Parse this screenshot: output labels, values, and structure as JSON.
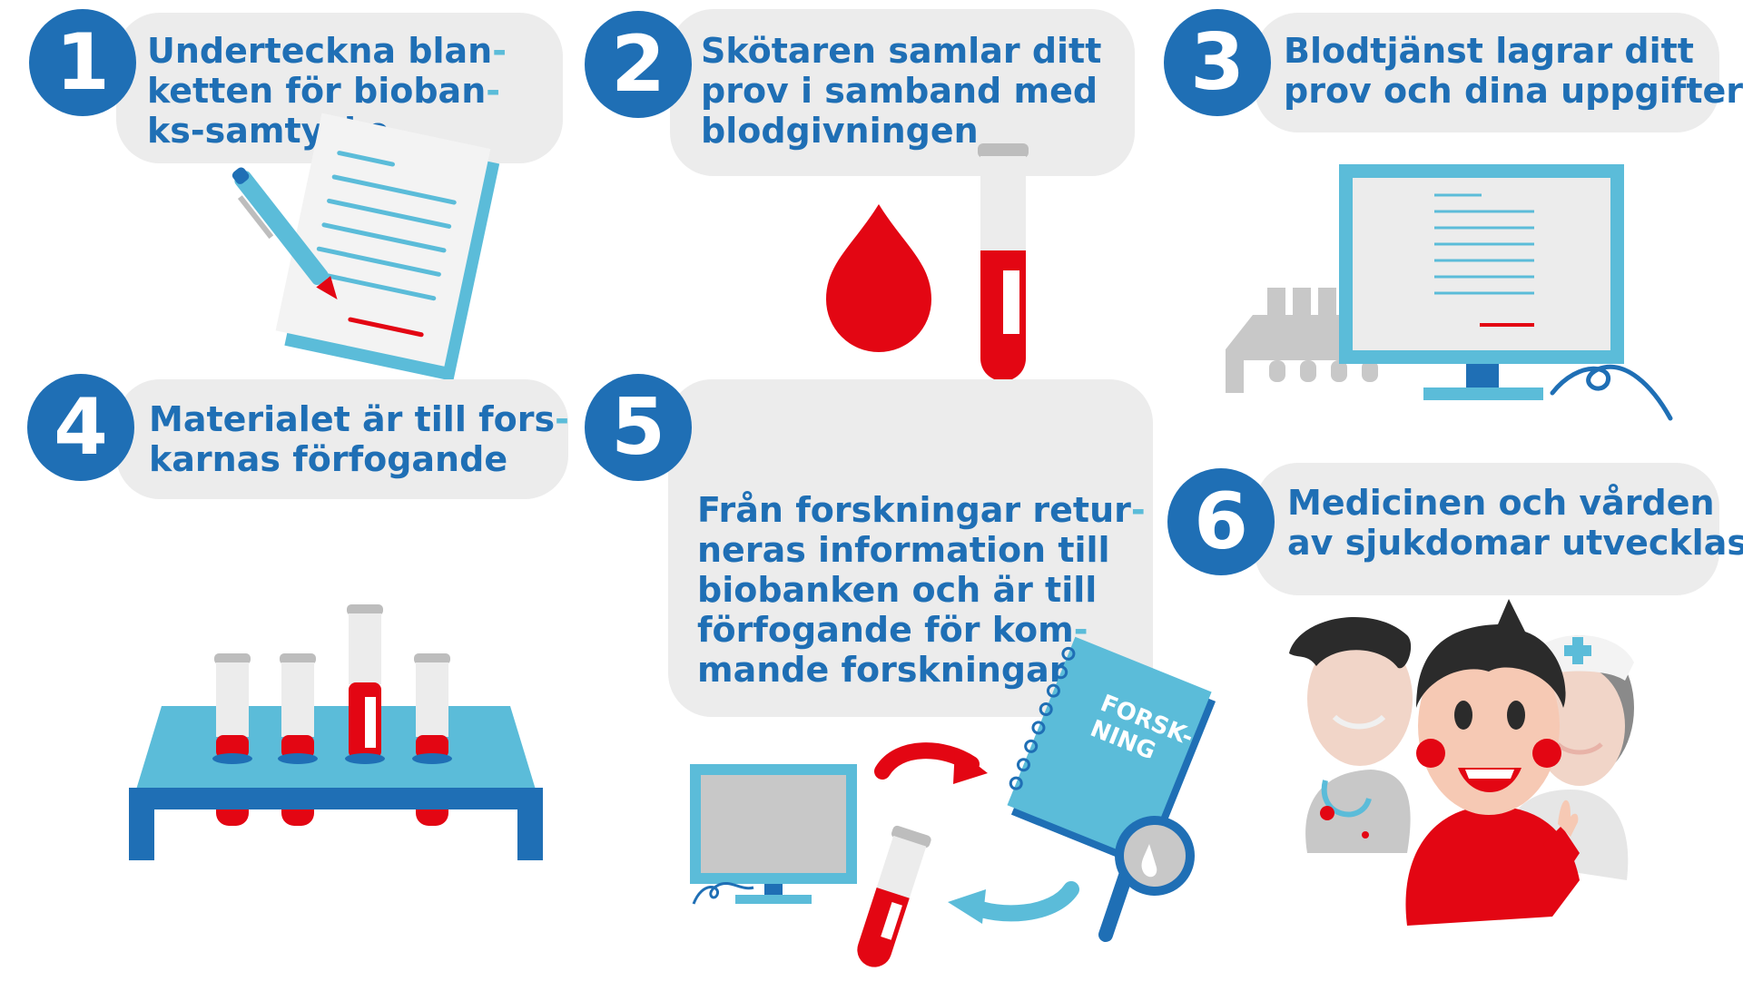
{
  "colors": {
    "blue": "#1f6fb5",
    "light_blue": "#5bbcd9",
    "red": "#e30613",
    "gray": "#c8c8c8",
    "bubble": "#ececec"
  },
  "steps": [
    {
      "number": "1",
      "lines": [
        {
          "text": "Underteckna blan",
          "hyphen": "-"
        },
        {
          "text": "ketten för bioban",
          "hyphen": "-"
        },
        {
          "text": "ks-samtycke",
          "hyphen": ""
        }
      ],
      "icon": "signing-document-icon"
    },
    {
      "number": "2",
      "lines": [
        {
          "text": "Skötaren samlar ditt",
          "hyphen": ""
        },
        {
          "text": "prov i samband med",
          "hyphen": ""
        },
        {
          "text": "blodgivningen",
          "hyphen": ""
        }
      ],
      "icon": "blood-drop-and-test-tube-icon"
    },
    {
      "number": "3",
      "lines": [
        {
          "text": "Blodtjänst lagrar ditt",
          "hyphen": ""
        },
        {
          "text": "prov och dina uppgifter",
          "hyphen": ""
        }
      ],
      "icon": "computer-and-storage-rack-icon"
    },
    {
      "number": "4",
      "lines": [
        {
          "text": "Materialet är till fors",
          "hyphen": "-"
        },
        {
          "text": "karnas förfogande",
          "hyphen": ""
        }
      ],
      "icon": "test-tube-rack-icon"
    },
    {
      "number": "5",
      "lines": [
        {
          "text": "Från forskningar retur",
          "hyphen": "-"
        },
        {
          "text": "neras information till",
          "hyphen": ""
        },
        {
          "text": "biobanken och är till",
          "hyphen": ""
        },
        {
          "text": "förfogande för kom",
          "hyphen": "-"
        },
        {
          "text": "mande forskningar",
          "hyphen": ""
        }
      ],
      "icon": "research-cycle-icon",
      "notebook_label": [
        "FORSK-",
        "NING"
      ]
    },
    {
      "number": "6",
      "lines": [
        {
          "text": "Medicinen och vården",
          "hyphen": ""
        },
        {
          "text": "av sjukdomar utvecklas",
          "hyphen": ""
        }
      ],
      "icon": "doctor-patient-nurse-icon"
    }
  ]
}
